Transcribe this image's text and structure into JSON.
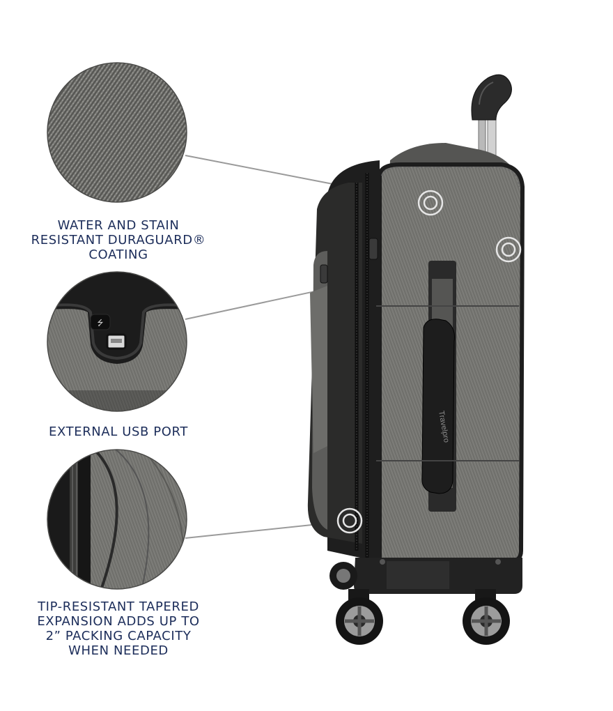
{
  "features": [
    {
      "name": "fabric-detail",
      "caption_lines": [
        "WATER AND STAIN",
        "RESISTANT DURAGUARD®",
        "COATING"
      ]
    },
    {
      "name": "usb-port-detail",
      "caption_lines": [
        "EXTERNAL USB PORT"
      ]
    },
    {
      "name": "expansion-zipper-detail",
      "caption_lines": [
        "TIP-RESISTANT TAPERED",
        "EXPANSION ADDS UP TO",
        "2” PACKING CAPACITY",
        "WHEN NEEDED"
      ]
    }
  ],
  "brand_logo_text": "Travelpro",
  "colors": {
    "caption": "#1c2d5a",
    "fabric": "#6b6b68",
    "trim": "#222222",
    "callout_line": "#8e8e8e"
  }
}
